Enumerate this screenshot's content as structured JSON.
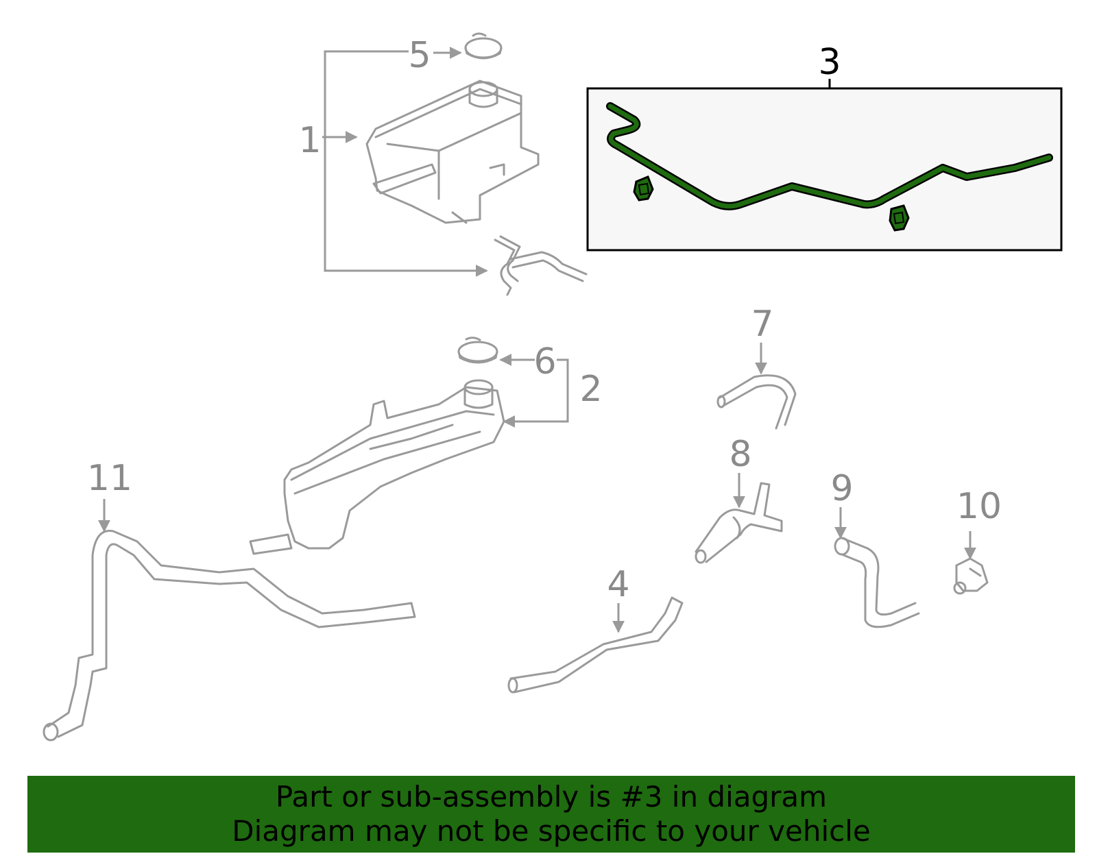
{
  "callouts": {
    "c1": "1",
    "c2": "2",
    "c3": "3",
    "c4": "4",
    "c5": "5",
    "c6": "6",
    "c7": "7",
    "c8": "8",
    "c9": "9",
    "c10": "10",
    "c11": "11"
  },
  "highlighted_part": "3",
  "colors": {
    "highlight": "#1f6b10",
    "outline": "#9a9a9a",
    "banner": "#1f6b10"
  },
  "banner": {
    "line1": "Part or sub-assembly is #3 in diagram",
    "line2": "Diagram may not be specific to your vehicle"
  }
}
